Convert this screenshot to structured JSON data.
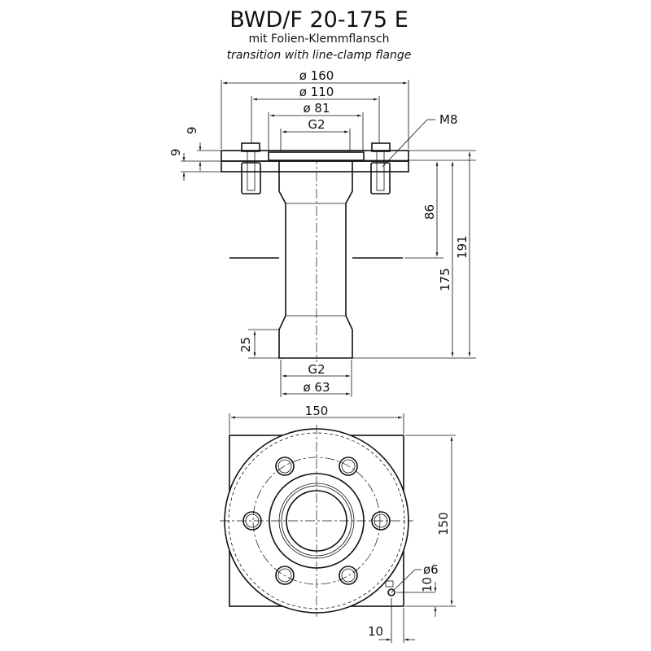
{
  "title": "BWD/F 20-175 E",
  "subtitle_de": "mit Folien-Klemmflansch",
  "subtitle_en": "transition with line-clamp flange",
  "dims": {
    "d160": "ø 160",
    "d110": "ø 110",
    "d81": "ø 81",
    "g2_top": "G2",
    "m8": "M8",
    "nine_a": "9",
    "nine_b": "9",
    "h86": "86",
    "h175": "175",
    "h191": "191",
    "h25": "25",
    "g2_bottom": "G2",
    "d63": "ø 63",
    "w150": "150",
    "h150": "150",
    "d6": "ø6",
    "ten_v": "10",
    "ten_h": "10"
  }
}
